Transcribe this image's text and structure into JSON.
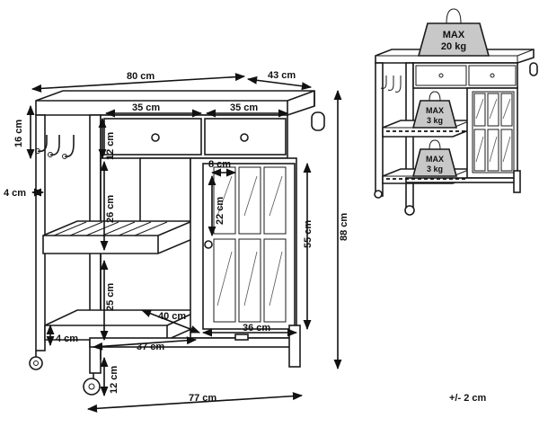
{
  "dimensions": {
    "total_width": "80 cm",
    "depth": "43 cm",
    "drawer_left_width": "35 cm",
    "drawer_right_width": "35 cm",
    "hook_height": "16 cm",
    "drawer_height": "12 cm",
    "side_gap": "4 cm",
    "upper_space_height": "26 cm",
    "lower_space_height": "25 cm",
    "door_pane_width": "8 cm",
    "door_pane_height": "22 cm",
    "door_height": "55 cm",
    "total_height": "88 cm",
    "shelf_depth": "40 cm",
    "shelf_width": "37 cm",
    "door_width": "36 cm",
    "bottom_shelf_thickness": "4 cm",
    "wheel_clearance": "12 cm",
    "base_width": "77 cm"
  },
  "loads": {
    "top": {
      "line1": "MAX",
      "line2": "20 kg"
    },
    "shelf_upper": {
      "line1": "MAX",
      "line2": "3 kg"
    },
    "shelf_lower": {
      "line1": "MAX",
      "line2": "3 kg"
    }
  },
  "tolerance": "+/- 2 cm"
}
